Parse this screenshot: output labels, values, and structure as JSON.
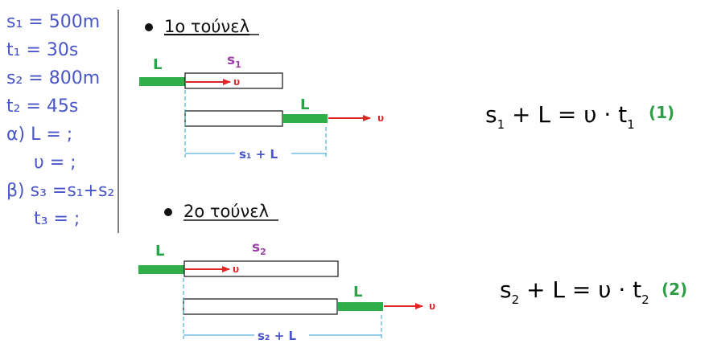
{
  "colors": {
    "given_text": "#4a55c8",
    "label_text": "#23a64a",
    "tunnel_label": "#9a3fa6",
    "velocity": "#e02424",
    "train": "#2fae4a",
    "dimension": "#2aa2d8",
    "divider": "#555555",
    "formula_text": "#000000",
    "eq_number": "#2f9e46"
  },
  "given": {
    "lines": [
      "s₁ = 500m",
      "t₁ = 30s",
      "s₂ = 800m",
      "t₂ = 45s",
      "α) L = ;",
      "υ = ;",
      "β) s₃ =s₁+s₂",
      "t₃ = ;"
    ]
  },
  "tunnel1": {
    "heading": "1ο τούνελ",
    "tunnel_label": "s",
    "tunnel_label_sub": "1",
    "train_label_top": "L",
    "velocity_top": "υ",
    "train_label_bottom": "L",
    "velocity_bottom": "υ",
    "dimension_label": "s₁ + L"
  },
  "tunnel2": {
    "heading": "2ο τούνελ",
    "tunnel_label": "s",
    "tunnel_label_sub": "2",
    "train_label_top": "L",
    "velocity_top": "υ",
    "train_label_bottom": "L",
    "velocity_bottom": "υ",
    "dimension_label": "s₂ + L"
  },
  "equation1": {
    "s": "s",
    "s_sub": "1",
    "rest": " + L = υ · t",
    "t_sub": "1",
    "number": "(1)"
  },
  "equation2": {
    "s": "s",
    "s_sub": "2",
    "rest": " + L = υ · t",
    "t_sub": "2",
    "number": "(2)"
  }
}
